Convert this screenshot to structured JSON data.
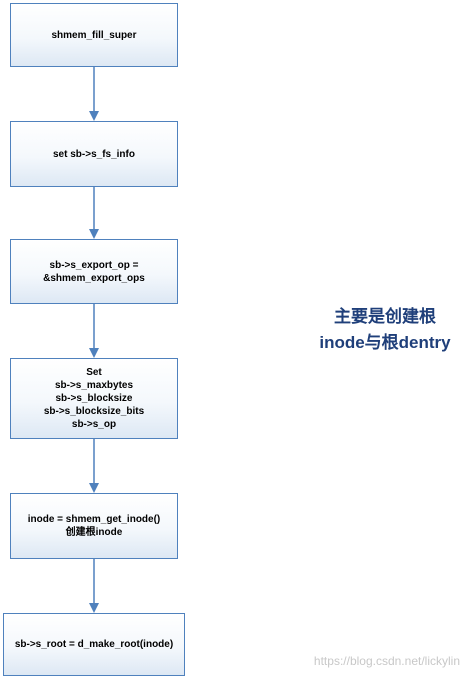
{
  "flowchart": {
    "steps": [
      {
        "text": "shmem_fill_super"
      },
      {
        "text": "set sb->s_fs_info"
      },
      {
        "text": "sb->s_export_op =\n&shmem_export_ops"
      },
      {
        "text": "Set\nsb->s_maxbytes\nsb->s_blocksize\nsb->s_blocksize_bits\nsb->s_op"
      },
      {
        "text": "inode = shmem_get_inode()\n创建根inode"
      },
      {
        "text": "sb->s_root = d_make_root(inode)"
      }
    ]
  },
  "note": {
    "text": "主要是创建根\ninode与根dentry"
  },
  "watermark": {
    "text": "https://blog.csdn.net/lickylin"
  },
  "colors": {
    "box_border": "#4f81bd",
    "arrow": "#4f81bd",
    "note_text": "#1f3f7a"
  }
}
